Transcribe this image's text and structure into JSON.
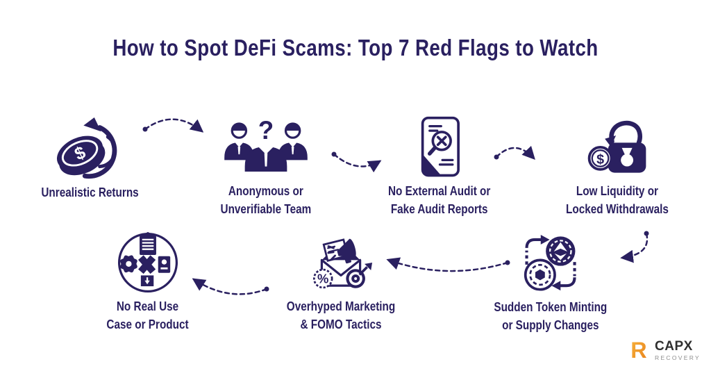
{
  "title": "How to Spot DeFi Scams: Top 7 Red Flags to Watch",
  "colors": {
    "ink": "#2a2060",
    "background": "#ffffff",
    "logo-orange": "#f5a21f",
    "logo-orange-dark": "#e8821c",
    "logo-text": "#2f2f2f",
    "logo-subtext": "#8e8e8e"
  },
  "flags": [
    {
      "label": "Unrealistic Returns",
      "icon": "unrealistic-returns-icon"
    },
    {
      "label": "Anonymous or\nUnverifiable Team",
      "icon": "anonymous-team-icon"
    },
    {
      "label": "No External Audit or\nFake Audit Reports",
      "icon": "fake-audit-icon"
    },
    {
      "label": "Low Liquidity or\nLocked Withdrawals",
      "icon": "locked-withdrawals-icon"
    },
    {
      "label": "No Real Use\nCase or Product",
      "icon": "no-use-case-icon"
    },
    {
      "label": "Overhyped Marketing\n& FOMO Tactics",
      "icon": "overhyped-marketing-icon"
    },
    {
      "label": "Sudden Token Minting\nor Supply Changes",
      "icon": "token-minting-icon"
    }
  ],
  "logo": {
    "brand": "CAPX",
    "subtitle": "RECOVERY",
    "mark": "R"
  }
}
